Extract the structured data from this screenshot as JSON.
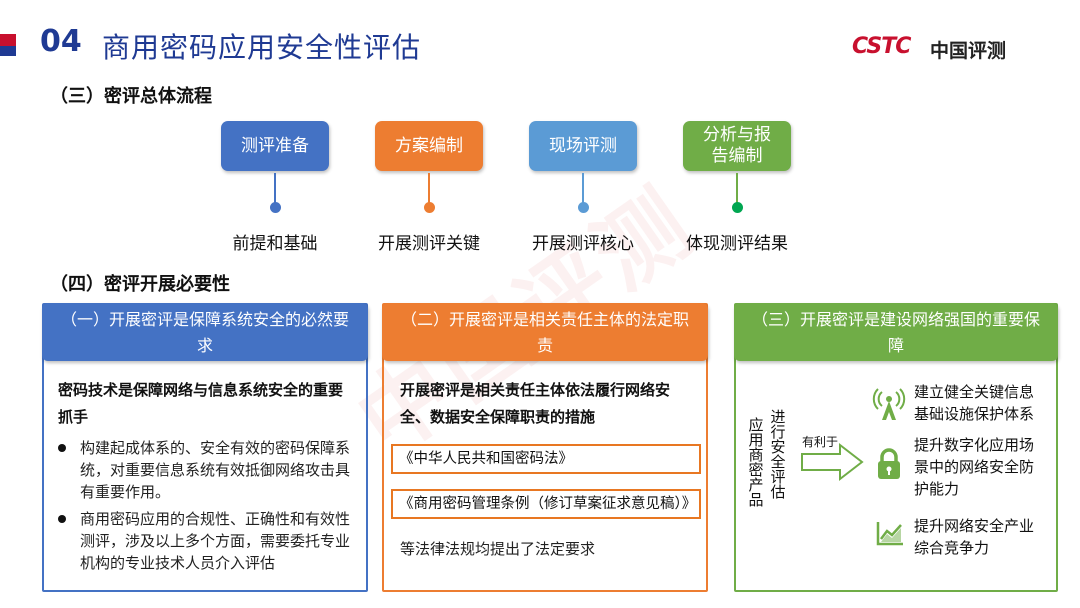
{
  "header": {
    "number": "04",
    "title": "商用密码应用安全性评估",
    "logo_latin": "CSTC",
    "logo_cn": "中国评测"
  },
  "section3": {
    "title": "（三）密评总体流程"
  },
  "process": [
    {
      "box": "测评准备",
      "label": "前提和基础",
      "color": "#4472c4",
      "dot": "#4472c4"
    },
    {
      "box": "方案编制",
      "label": "开展测评关键",
      "color": "#ed7d31",
      "dot": "#ed7d31"
    },
    {
      "box": "现场评测",
      "label": "开展测评核心",
      "color": "#5b9bd5",
      "dot": "#5b9bd5"
    },
    {
      "box": "分析与报告编制",
      "label": "体现测评结果",
      "color": "#70ad47",
      "dot": "#00a651"
    }
  ],
  "section4": {
    "title": "（四）密评开展必要性"
  },
  "cards": {
    "blue": {
      "head": "（一）开展密评是保障系统安全的必然要求",
      "lead": "密码技术是保障网络与信息系统安全的重要抓手",
      "bullets": [
        "构建起成体系的、安全有效的密码保障系统，对重要信息系统有效抵御网络攻击具有重要作用。",
        "商用密码应用的合规性、正确性和有效性测评，涉及以上多个方面，需要委托专业机构的专业技术人员介入评估"
      ],
      "color": "#4472c4"
    },
    "orange": {
      "head": "（二）开展密评是相关责任主体的法定职责",
      "lead": "开展密评是相关责任主体依法履行网络安全、数据安全保障职责的措施",
      "laws": [
        "《中华人民共和国密码法》",
        "《商用密码管理条例（修订草案征求意见稿）》"
      ],
      "footer": "等法律法规均提出了法定要求",
      "color": "#ed7d31"
    },
    "green": {
      "head": "（三）开展密评是建设网络强国的重要保障",
      "vertical_left": "应用商密产品",
      "vertical_right": "进行安全评估",
      "arrow_label": "有利于",
      "benefits": [
        {
          "icon": "antenna-icon",
          "text": "建立健全关键信息基础设施保护体系"
        },
        {
          "icon": "lock-icon",
          "text": "提升数字化应用场景中的网络安全防护能力"
        },
        {
          "icon": "growth-chart-icon",
          "text": "提升网络安全产业综合竞争力"
        }
      ],
      "color": "#70ad47"
    }
  }
}
